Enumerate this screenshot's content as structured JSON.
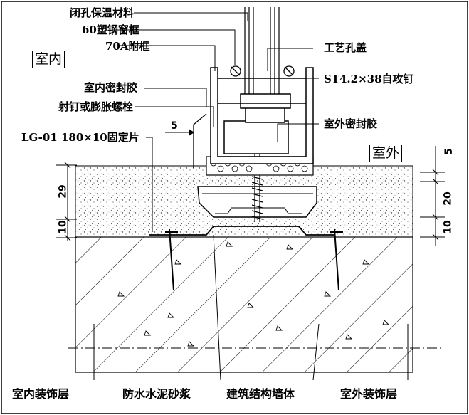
{
  "labels": {
    "closed_cell_insulation": "闭孔保温材料",
    "pvc_60_frame": "60塑钢窗框",
    "subframe_70a": "70A附框",
    "indoor_sealant": "室内密封胶",
    "nail_or_bolt": "射钉或膨胀螺栓",
    "fixing_plate": "LG-01 180×10固定片",
    "process_hole_cap": "工艺孔盖",
    "self_tapping_screw": "ST4.2×38自攻钉",
    "outdoor_sealant": "室外密封胶",
    "indoor": "室内",
    "outdoor": "室外",
    "indoor_finish": "室内装饰层",
    "waterproof_mortar": "防水水泥砂浆",
    "structural_wall": "建筑结构墙体",
    "outdoor_finish": "室外装饰层"
  },
  "dimensions": {
    "gap": "5",
    "left_top": "29",
    "left_bottom": "10",
    "right_top": "5",
    "right_mid": "20",
    "right_bottom": "10"
  },
  "colors": {
    "line": "#000000",
    "background": "#ffffff"
  }
}
